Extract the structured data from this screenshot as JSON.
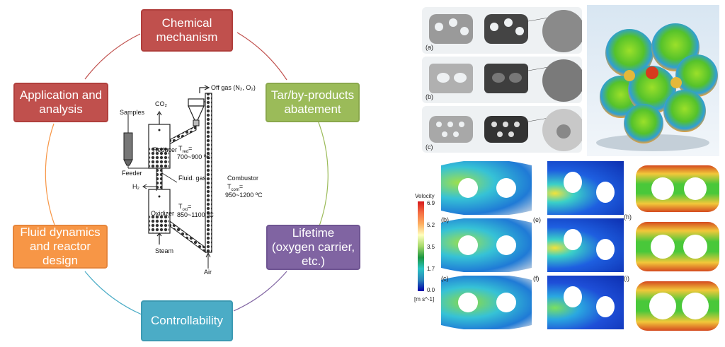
{
  "cycle": {
    "colors": {
      "red": "#c0504d",
      "green": "#9bbb59",
      "purple": "#8064a2",
      "blue": "#4bacc6",
      "orange": "#f79646"
    },
    "nodes": [
      {
        "text": "Chemical\nmechanism"
      },
      {
        "text": "Tar/by-products\nabatement"
      },
      {
        "text": "Lifetime\n(oxygen carrier,\netc.)"
      },
      {
        "text": "Controllability"
      },
      {
        "text": "Fluid dynamics\nand reactor\ndesign"
      },
      {
        "text": "Application and\nanalysis"
      }
    ]
  },
  "reactor": {
    "offgas": "Off gas (N₂, O₂)",
    "co2": "CO₂",
    "samples": "Samples",
    "reducer": "Reducer",
    "tred": "T",
    "tred_sub": "red",
    "tred_eq": "=",
    "tred_range": "700~900 ºC",
    "feeder": "Feeder",
    "fluid": "Fluid. gas",
    "h2": "H₂",
    "combustor": "Combustor",
    "tcom": "T",
    "tcom_sub": "com",
    "tcom_eq": "=",
    "tcom_range": "950~1200 ºC",
    "oxidizer": "Oxidizer",
    "toxi": "T",
    "toxi_sub": "oxi",
    "toxi_eq": "=",
    "toxi_range": "850~1100 ºC",
    "steam": "Steam",
    "air": "Air"
  },
  "lattice": {
    "labels": [
      "(a)",
      "(b)",
      "(c)"
    ]
  },
  "cfd": {
    "legend_title": "Velocity",
    "ticks": [
      "6.9",
      "5.2",
      "3.5",
      "1.7",
      "0.0"
    ],
    "unit": "[m s^-1]",
    "labels_left": [
      "(b)",
      "(c)"
    ],
    "labels_mid": [
      "(e)",
      "(f)"
    ],
    "labels_right": [
      "(h)",
      "(i)"
    ]
  }
}
